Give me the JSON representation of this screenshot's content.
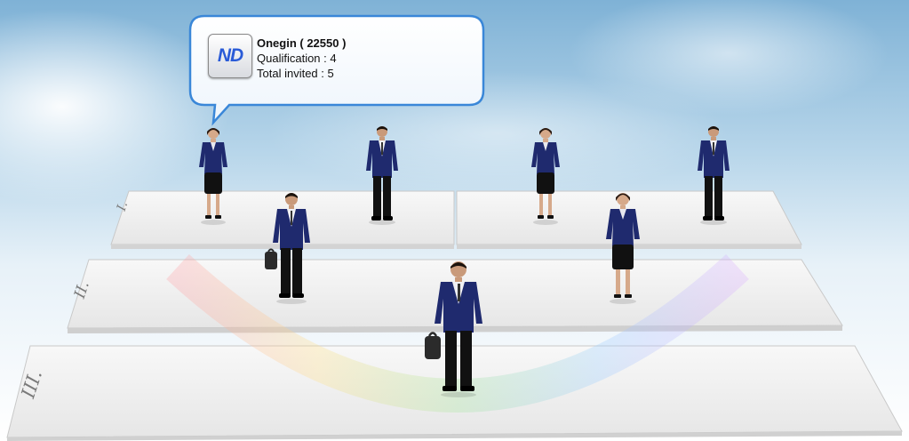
{
  "tooltip": {
    "badge_text": "ND",
    "name": "Onegin ( 22550 )",
    "qualification": "Qualification : 4",
    "total_invited": "Total invited : 5"
  },
  "levels": [
    {
      "label": "I."
    },
    {
      "label": "II."
    },
    {
      "label": "III."
    }
  ],
  "colors": {
    "sky_top": "#7fb2d6",
    "suit": "#1f2a6e",
    "tooltip_border": "#3a87d8"
  },
  "people": [
    {
      "gender": "female",
      "level": "I",
      "briefcase": false
    },
    {
      "gender": "male",
      "level": "I",
      "briefcase": false
    },
    {
      "gender": "female",
      "level": "I",
      "briefcase": false
    },
    {
      "gender": "male",
      "level": "I",
      "briefcase": false
    },
    {
      "gender": "male",
      "level": "II",
      "briefcase": true
    },
    {
      "gender": "female",
      "level": "II",
      "briefcase": false
    },
    {
      "gender": "male",
      "level": "III",
      "briefcase": true
    }
  ]
}
